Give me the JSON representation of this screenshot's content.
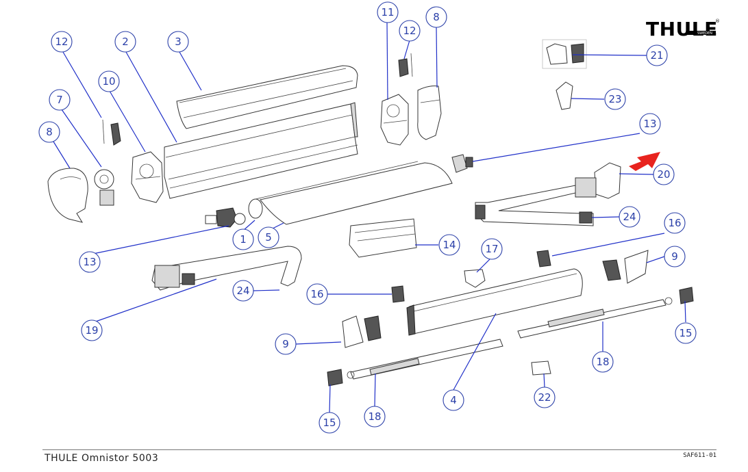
{
  "brand": {
    "logo_text": "THULE",
    "logo_subtext": "SWEDEN",
    "registered": "®"
  },
  "footer": {
    "title": "THULE Omnistor 5003",
    "code": "SAF611-01"
  },
  "callouts": [
    "1",
    "2",
    "3",
    "4",
    "5",
    "7",
    "8",
    "8",
    "9",
    "9",
    "10",
    "11",
    "12",
    "12",
    "13",
    "13",
    "14",
    "15",
    "15",
    "16",
    "16",
    "17",
    "18",
    "18",
    "19",
    "20",
    "21",
    "22",
    "23",
    "24",
    "24"
  ],
  "colors": {
    "callout_blue": "#2a3fa8",
    "leader_blue": "#1f2fc8",
    "arrow_red": "#e8231e"
  }
}
